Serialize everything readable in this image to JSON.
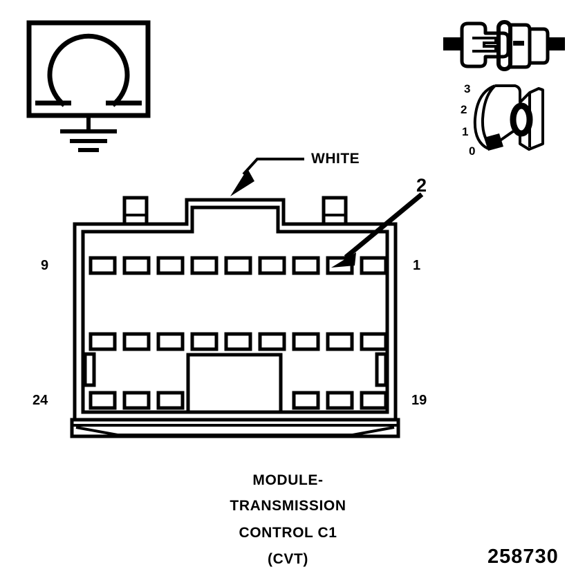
{
  "figure": {
    "number": "258730",
    "caption_lines": [
      "MODULE-",
      "TRANSMISSION",
      "CONTROL C1",
      "(CVT)"
    ]
  },
  "ground_symbol": {
    "name": "omega-ground-symbol",
    "description": "Omega in box over ground"
  },
  "connector_icon": {
    "name": "connector-plug-icon",
    "description": "Male and female connector halves"
  },
  "scale_figure": {
    "name": "connector-size-scale",
    "center_label": "0",
    "ticks": [
      "3",
      "2",
      "1",
      "0"
    ]
  },
  "callouts": {
    "wire_color": "WHITE",
    "cavity_callout": "2"
  },
  "connector": {
    "pin_labels": {
      "top_left": "9",
      "top_right": "1",
      "bottom_left": "24",
      "bottom_right": "19"
    },
    "rows": [
      {
        "name": "row-top",
        "cavities": 9,
        "columns": [
          1,
          2,
          3,
          4,
          5,
          6,
          7,
          8,
          9
        ]
      },
      {
        "name": "row-middle",
        "cavities": 9,
        "columns": [
          1,
          2,
          3,
          4,
          5,
          6,
          7,
          8,
          9
        ]
      },
      {
        "name": "row-bottom",
        "cavities": 6,
        "columns": [
          1,
          2,
          3,
          7,
          8,
          9
        ]
      }
    ]
  },
  "colors": {
    "line": "#000000",
    "background": "#ffffff"
  }
}
